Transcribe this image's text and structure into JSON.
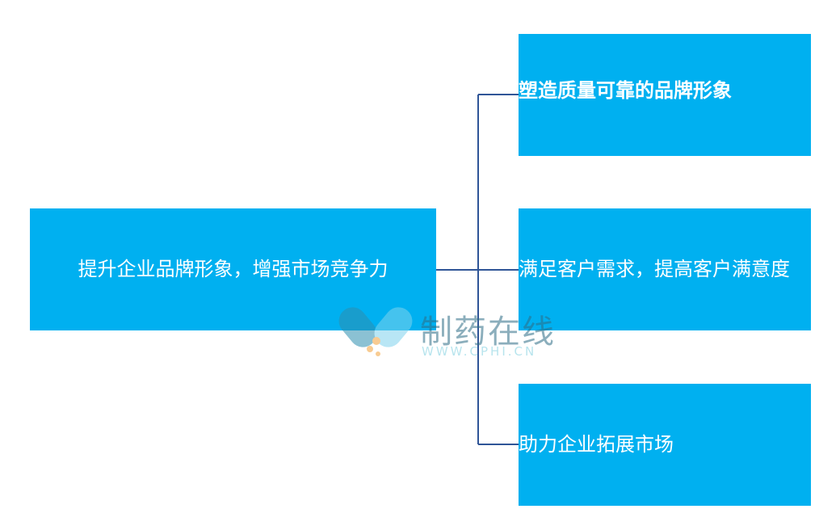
{
  "diagram": {
    "root": {
      "label": "提升企业品牌形象，增强市场竞争力"
    },
    "children": [
      {
        "label": "塑造质量可靠的品牌形象"
      },
      {
        "label": "满足客户需求，提高客户满意度"
      },
      {
        "label": "助力企业拓展市场"
      }
    ],
    "colors": {
      "box_fill": "#00b0f0",
      "box_text": "#ffffff",
      "connector": "#2f5597"
    }
  },
  "watermark": {
    "title": "制药在线",
    "url": "WWW.CPHI.CN"
  }
}
